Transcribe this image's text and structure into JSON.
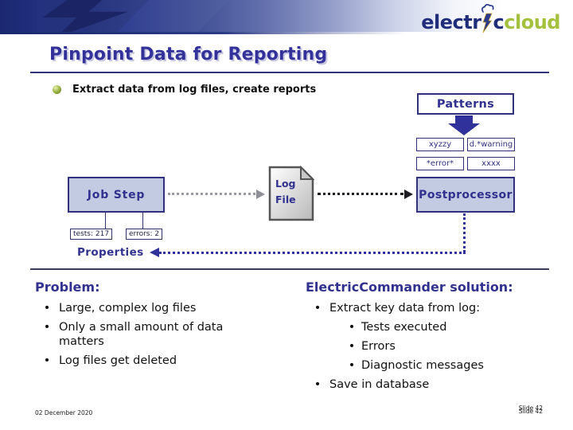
{
  "logo": {
    "part1": "electr",
    "part2": "c",
    "part3": "cloud"
  },
  "title": "Pinpoint Data for Reporting",
  "intro_bullet": "Extract data from log files, create reports",
  "diagram": {
    "patterns_label": "Patterns",
    "pattern_chips": [
      "xyzzy",
      "d.*warning",
      "*error*",
      "xxxx"
    ],
    "job_step_label": "Job Step",
    "log_file_line1": "Log",
    "log_file_line2": "File",
    "postprocessor_label": "Postprocessor",
    "properties_label": "Properties",
    "tests_chip": "tests: 217",
    "errors_chip": "errors: 2"
  },
  "problem": {
    "heading": "Problem:",
    "bullets": [
      "Large, complex log files",
      "Only a small amount of data matters",
      "Log files get deleted"
    ]
  },
  "solution": {
    "heading": "ElectricCommander solution:",
    "bullet1": "Extract key data from log:",
    "sub_bullets": [
      "Tests executed",
      "Errors",
      "Diagnostic messages"
    ],
    "bullet2": "Save in database"
  },
  "footer": {
    "date": "02 December 2020",
    "slide_label": "Slide 42"
  },
  "colors": {
    "accent_navy": "#31318f",
    "box_border": "#31317e",
    "box_fill": "#c3cbe3",
    "logo_navy": "#1f2d7a",
    "logo_green": "#a3c13d",
    "gray_connector": "#9a9aa0"
  },
  "marker": "•"
}
